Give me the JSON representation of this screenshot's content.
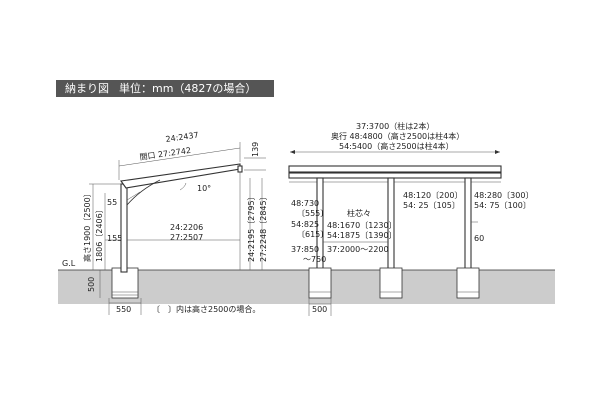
{
  "header": {
    "title": "納まり図",
    "unit": "単位：mm（4827の場合）"
  },
  "side_view": {
    "span_top_24": "24:2437",
    "span_top_27": "27:2742",
    "opening_24": "間口 27:2742",
    "angle": "10°",
    "dim_139": "139",
    "dim_55": "55",
    "dim_155": "155",
    "height_label": "高さ1900〔2500〕",
    "height_1806": "1806〔2406〕",
    "inner_24": "24:2206",
    "inner_27": "27:2507",
    "right_24": "24:2195〔2795〕",
    "right_27": "27:2248〔2845〕",
    "gl": "G.L",
    "dim_500": "500",
    "dim_550": "550",
    "note": "〔　〕内は高さ2500の場合。"
  },
  "front_view": {
    "depth_37": "37:3700（柱は2本）",
    "depth_48": "奥行 48:4800（高さ2500は柱4本）",
    "depth_54": "54:5400（高さ2500は柱4本）",
    "left_48_730": "48:730",
    "left_555": "〔555〕",
    "left_54_825": "54:825",
    "left_615": "〔615〕",
    "post_core": "柱芯々",
    "core_48": "48:1670〔1230〕",
    "core_54": "54:1875〔1390〕",
    "bottom_left": "37:850",
    "bottom_left2": "～750",
    "bottom_37": "37:2000～2200",
    "right_48_120": "48:120〔200〕",
    "right_54_25": "54:  25〔105〕",
    "far_48_280": "48:280〔300〕",
    "far_54_75": "54:  75〔100〕",
    "dim_60": "60",
    "dim_500": "500"
  }
}
